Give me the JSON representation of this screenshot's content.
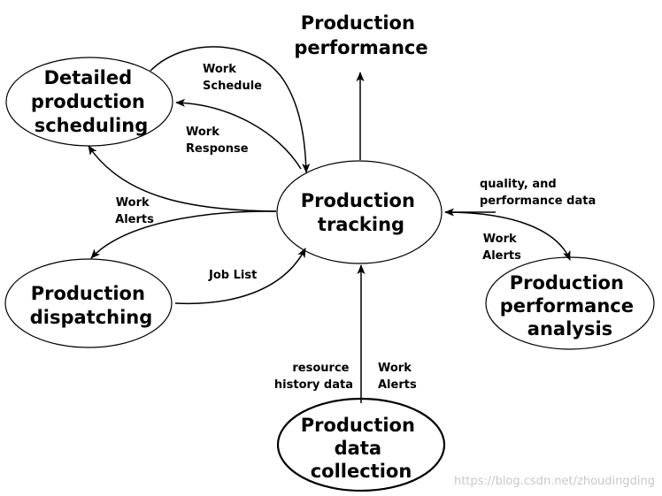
{
  "nodes": {
    "performance": [
      "Production",
      "performance"
    ],
    "scheduling": [
      "Detailed",
      "production",
      "scheduling"
    ],
    "tracking": [
      "Production",
      "tracking"
    ],
    "dispatching": [
      "Production",
      "dispatching"
    ],
    "analysis": [
      "Production",
      "performance",
      "analysis"
    ],
    "collection": [
      "Production",
      "data",
      "collection"
    ]
  },
  "edges": {
    "work_schedule": [
      "Work",
      "Schedule"
    ],
    "work_response": [
      "Work",
      "Response"
    ],
    "work_alerts_left": [
      "Work",
      "Alerts"
    ],
    "job_list": [
      "Job List"
    ],
    "quality_data": [
      "quality, and",
      "performance data"
    ],
    "work_alerts_right": [
      "Work",
      "Alerts"
    ],
    "resource_history": [
      "resource",
      "history data"
    ],
    "work_alerts_bottom": [
      "Work",
      "Alerts"
    ]
  },
  "watermark": "https://blog.csdn.net/zhoudingding",
  "colors": {
    "stroke": "#000000",
    "background": "#ffffff",
    "watermark": "#c8c8c8"
  }
}
